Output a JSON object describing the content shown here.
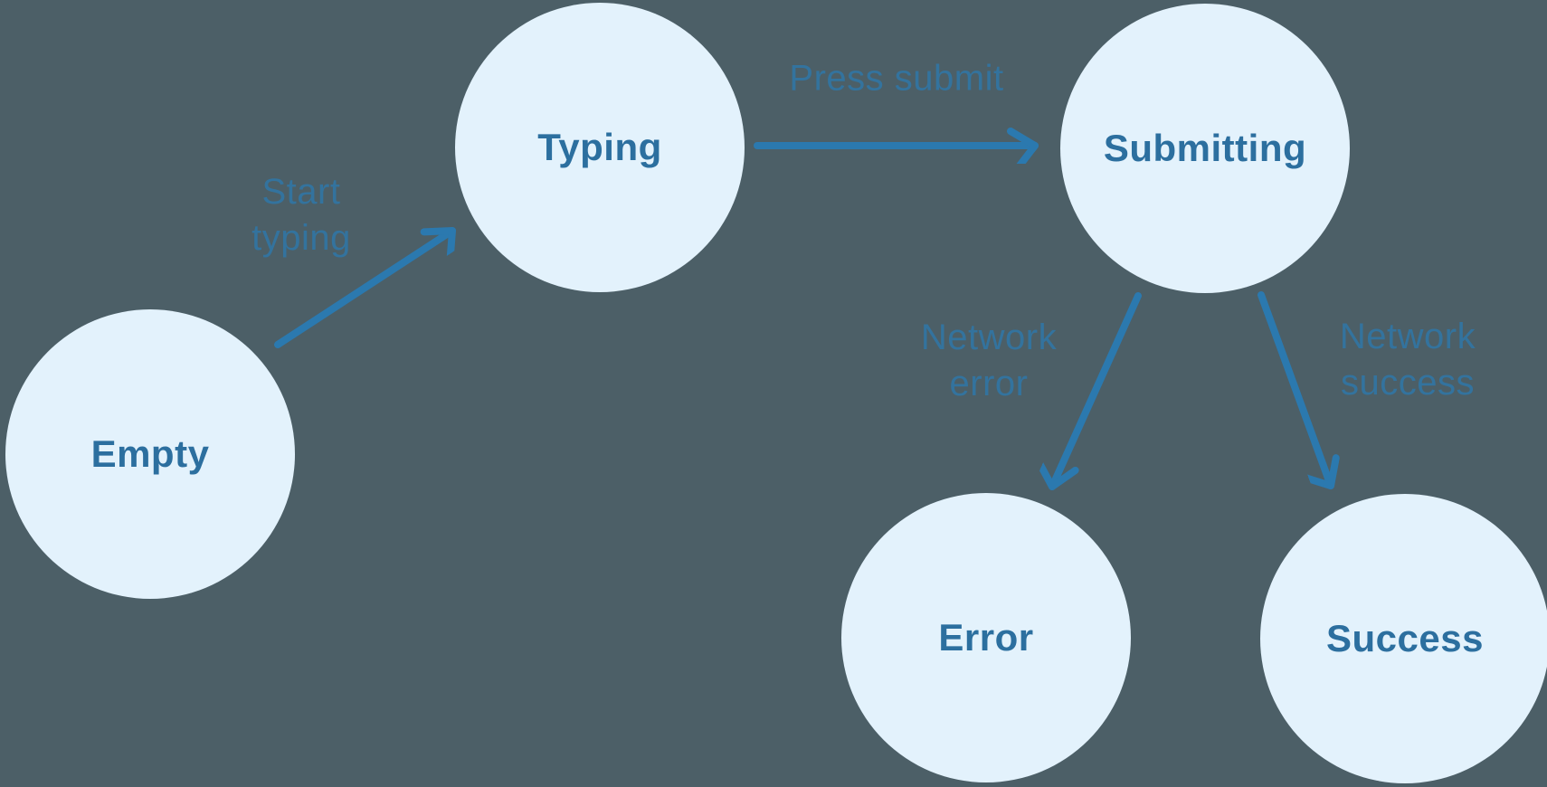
{
  "diagram": {
    "type": "state-machine",
    "nodes": [
      {
        "id": "empty",
        "label": "Empty"
      },
      {
        "id": "typing",
        "label": "Typing"
      },
      {
        "id": "submitting",
        "label": "Submitting"
      },
      {
        "id": "error",
        "label": "Error"
      },
      {
        "id": "success",
        "label": "Success"
      }
    ],
    "edges": [
      {
        "from": "empty",
        "to": "typing",
        "label": "Start typing"
      },
      {
        "from": "typing",
        "to": "submitting",
        "label": "Press submit"
      },
      {
        "from": "submitting",
        "to": "error",
        "label": "Network error"
      },
      {
        "from": "submitting",
        "to": "success",
        "label": "Network success"
      }
    ]
  },
  "colors": {
    "bg": "#4C5F67",
    "node-fill": "#E3F2FC",
    "node-text": "#2C6F9F",
    "arrow": "#2B79AF",
    "edge-label": "#33739E"
  }
}
